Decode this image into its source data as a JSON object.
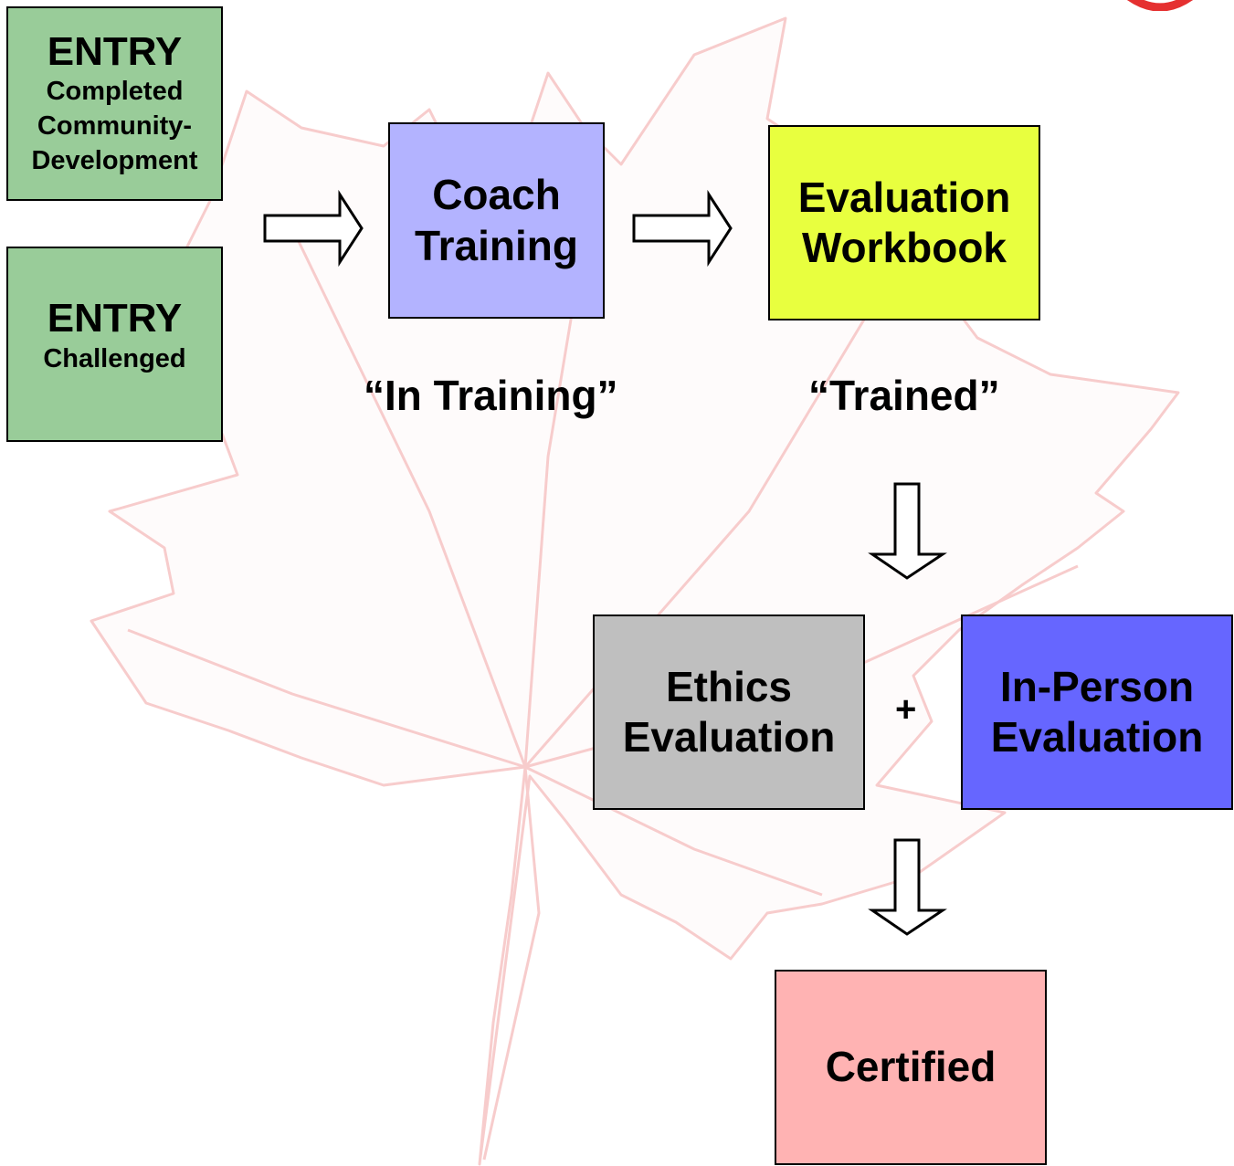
{
  "colors": {
    "entry": "#99cc99",
    "coach": "#b3b3ff",
    "workbook": "#e8ff3f",
    "ethics": "#bfbfbf",
    "inperson": "#6666ff",
    "certified": "#ffb3b3",
    "leaf": "#f2a3a3",
    "corner": "#e53030"
  },
  "entry_completed": {
    "title": "ENTRY",
    "line1": "Completed",
    "line2": "Community-",
    "line3": "Development"
  },
  "entry_challenged": {
    "title": "ENTRY",
    "line1": "Challenged"
  },
  "coach_training": {
    "line1": "Coach",
    "line2": "Training"
  },
  "evaluation_workbook": {
    "line1": "Evaluation",
    "line2": "Workbook"
  },
  "ethics_evaluation": {
    "line1": "Ethics",
    "line2": "Evaluation"
  },
  "inperson_evaluation": {
    "line1": "In-Person",
    "line2": "Evaluation"
  },
  "certified": {
    "label": "Certified"
  },
  "labels": {
    "in_training": "“In Training”",
    "trained": "“Trained”",
    "plus": "+"
  },
  "icons": [
    "maple-leaf-watermark",
    "arrow-right-icon",
    "arrow-down-icon",
    "corner-mark"
  ]
}
